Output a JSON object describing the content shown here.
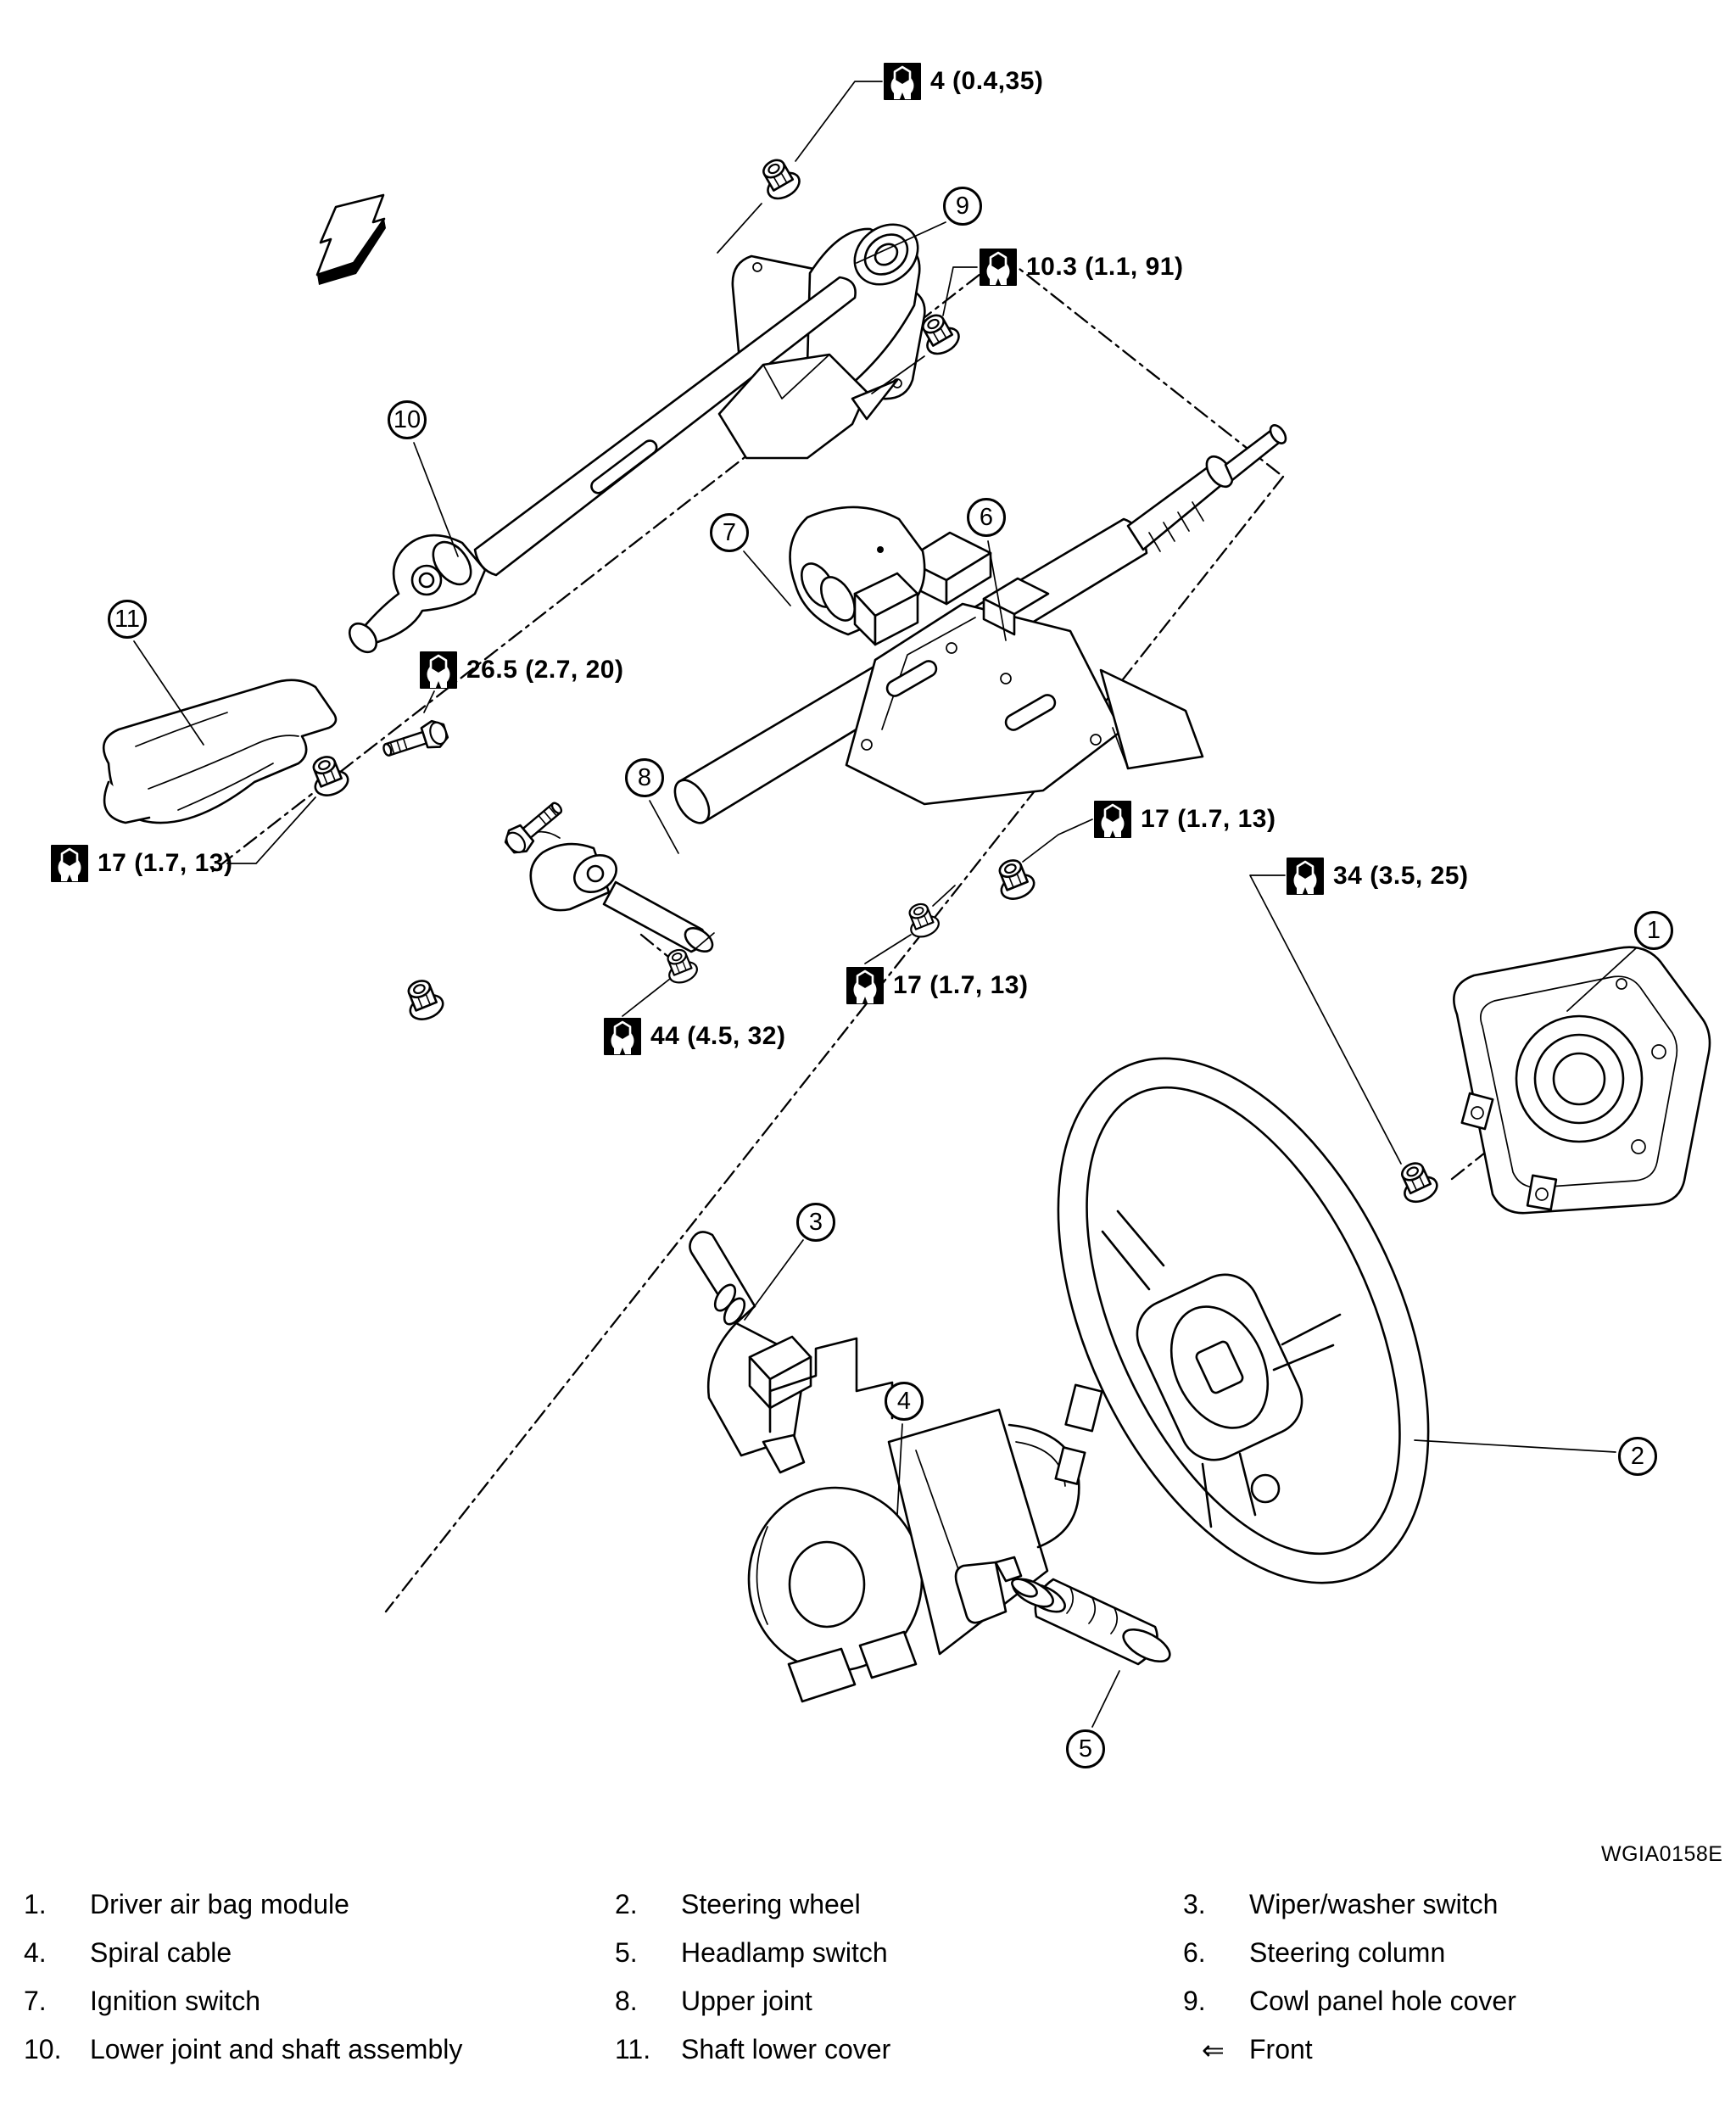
{
  "watermark": "WGIA0158E",
  "icons": {
    "torque_icon": "wrench-nut",
    "front_arrow": "block-arrow-down-left"
  },
  "torque_labels": [
    {
      "text": "4 (0.4,35)"
    },
    {
      "text": "10.3 (1.1, 91)"
    },
    {
      "text": "26.5 (2.7, 20)"
    },
    {
      "text": "17 (1.7, 13)"
    },
    {
      "text": "17 (1.7, 13)"
    },
    {
      "text": "17 (1.7, 13)"
    },
    {
      "text": "44 (4.5, 32)"
    },
    {
      "text": "34 (3.5, 25)"
    }
  ],
  "callouts": [
    {
      "number": "1"
    },
    {
      "number": "2"
    },
    {
      "number": "3"
    },
    {
      "number": "4"
    },
    {
      "number": "5"
    },
    {
      "number": "6"
    },
    {
      "number": "7"
    },
    {
      "number": "8"
    },
    {
      "number": "9"
    },
    {
      "number": "10"
    },
    {
      "number": "11"
    }
  ],
  "legend": {
    "items": [
      {
        "num": "1.",
        "label": "Driver air bag module"
      },
      {
        "num": "2.",
        "label": "Steering wheel"
      },
      {
        "num": "3.",
        "label": "Wiper/washer switch"
      },
      {
        "num": "4.",
        "label": "Spiral cable"
      },
      {
        "num": "5.",
        "label": "Headlamp switch"
      },
      {
        "num": "6.",
        "label": "Steering column"
      },
      {
        "num": "7.",
        "label": "Ignition switch"
      },
      {
        "num": "8.",
        "label": "Upper joint"
      },
      {
        "num": "9.",
        "label": "Cowl panel hole cover"
      },
      {
        "num": "10.",
        "label": "Lower joint and shaft assembly"
      },
      {
        "num": "11.",
        "label": "Shaft lower cover"
      },
      {
        "num": "⇐",
        "label": "Front"
      }
    ]
  }
}
